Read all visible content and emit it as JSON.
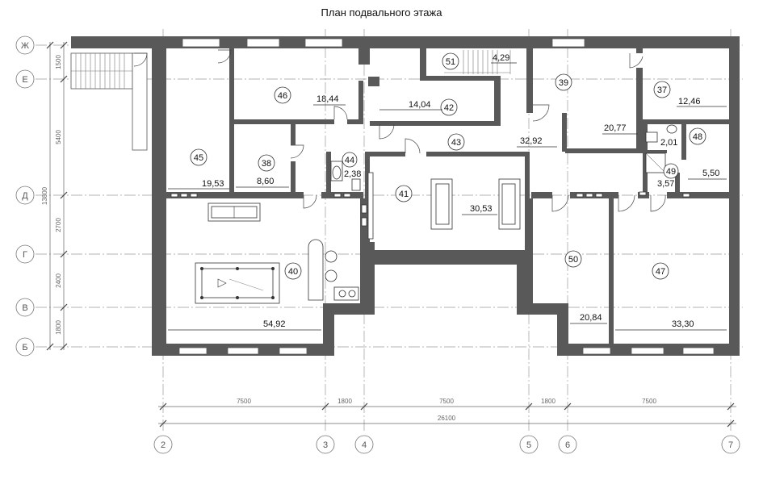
{
  "title": "План подвального этажа",
  "row_axes": [
    "Ж",
    "Е",
    "Д",
    "Г",
    "В",
    "Б"
  ],
  "col_axes": [
    "2",
    "3",
    "4",
    "5",
    "6",
    "7"
  ],
  "vertical_dims": {
    "segments": [
      "1500",
      "5400",
      "2700",
      "2400",
      "1800"
    ],
    "total": "13800"
  },
  "horizontal_dims": {
    "segments": [
      "7500",
      "1800",
      "7500",
      "1800",
      "7500"
    ],
    "total": "26100"
  },
  "rooms": [
    {
      "number": "51",
      "area": "4,29"
    },
    {
      "number": "46",
      "area": "18,44"
    },
    {
      "number": "42",
      "area": "14,04"
    },
    {
      "number": "39",
      "area": "20,77"
    },
    {
      "number": "37",
      "area": "12,46"
    },
    {
      "number": "43",
      "area": "32,92"
    },
    {
      "number": "48",
      "area": "2,01"
    },
    {
      "number": "45",
      "area": "19,53"
    },
    {
      "number": "38",
      "area": "8,60"
    },
    {
      "number": "44",
      "area": "2,38"
    },
    {
      "number": "41",
      "area": "30,53"
    },
    {
      "number": "49",
      "area": "3,57"
    },
    {
      "number": "",
      "area": "5,50"
    },
    {
      "number": "40",
      "area": "54,92"
    },
    {
      "number": "50",
      "area": "20,84"
    },
    {
      "number": "47",
      "area": "33,30"
    }
  ]
}
